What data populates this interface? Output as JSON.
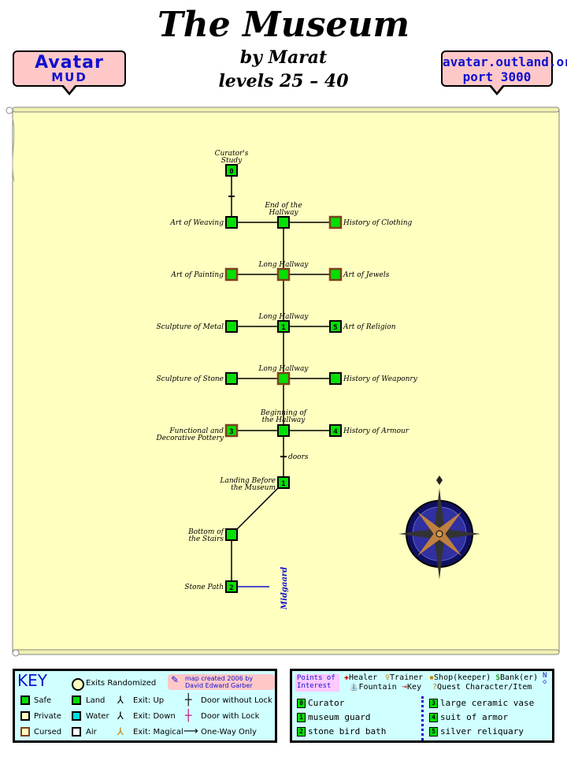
{
  "header": {
    "title": "The Museum",
    "author": "by Marat",
    "levels": "levels 25 – 40"
  },
  "badges": {
    "left_line1": "Avatar",
    "left_line2": "MUD",
    "right_line1": "avatar.outland.org",
    "right_line2": "port 3000"
  },
  "colors": {
    "parchment": "#ffffc0",
    "room_green": "#00e000",
    "room_brown_border": "#804020",
    "key_bg": "#d0ffff",
    "badge_bg": "#ffc8c8",
    "blue_text": "#1010d0"
  },
  "map": {
    "rooms": {
      "curators_study": "Curator's Study",
      "end_of_hallway": "End of the Hallway",
      "art_of_weaving": "Art of Weaving",
      "history_of_clothing": "History of Clothing",
      "long_hallway_1": "Long Hallway",
      "art_of_painting": "Art of Painting",
      "art_of_jewels": "Art of Jewels",
      "long_hallway_2": "Long Hallway",
      "sculpture_of_metal": "Sculpture of Metal",
      "art_of_religion": "Art of Religion",
      "long_hallway_3": "Long Hallway",
      "sculpture_of_stone": "Sculpture of Stone",
      "history_of_weaponry": "History of Weaponry",
      "beginning_of_hallway": "Beginning of the Hallway",
      "functional_pottery": "Functional and Decorative Pottery",
      "history_of_armour": "History of Armour",
      "landing": "Landing Before the Museum",
      "bottom_of_stairs": "Bottom of the Stairs",
      "stone_path": "Stone Path"
    },
    "room_numbers": {
      "curators_study": "0",
      "long_hallway_2": "1",
      "art_of_religion": "5",
      "functional_pottery": "3",
      "history_of_armour": "4",
      "landing": "1",
      "stone_path": "2"
    },
    "doors_label": "doors",
    "exit_label": "Midgaard"
  },
  "key": {
    "title": "KEY",
    "exits_randomized": "Exits Randomized",
    "credit_line1": "map created 2006 by",
    "credit_line2": "David Edward Garber",
    "safe": "Safe",
    "private": "Private",
    "cursed": "Cursed",
    "land": "Land",
    "water": "Water",
    "air": "Air",
    "exit_up": "Exit: Up",
    "exit_down": "Exit: Down",
    "exit_magical": "Exit: Magical",
    "door_without_lock": "Door without Lock",
    "door_with_lock": "Door with Lock",
    "one_way": "One-Way Only"
  },
  "poi": {
    "title_line1": "Points of",
    "title_line2": "Interest",
    "healer": "Healer",
    "trainer": "Trainer",
    "shop": "Shop(keeper)",
    "bank": "Bank(er)",
    "fountain": "Fountain",
    "key": "Key",
    "quest": "Quest Character/Item",
    "items": [
      {
        "num": "0",
        "label": "Curator"
      },
      {
        "num": "1",
        "label": "museum guard"
      },
      {
        "num": "2",
        "label": "stone bird bath"
      },
      {
        "num": "3",
        "label": "large ceramic vase"
      },
      {
        "num": "4",
        "label": "suit of armor"
      },
      {
        "num": "5",
        "label": "silver reliquary"
      }
    ]
  }
}
